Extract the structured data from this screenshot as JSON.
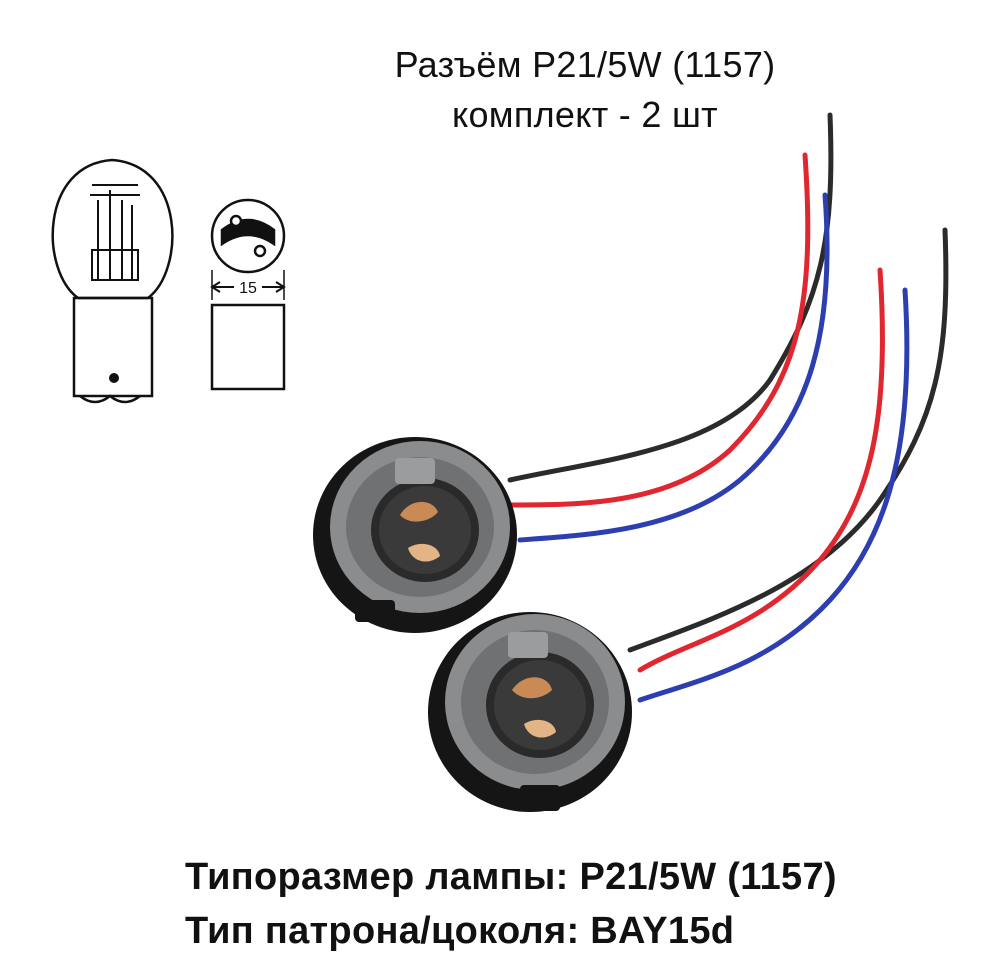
{
  "title": {
    "line1": "Разъём P21/5W (1157)",
    "line2": "комплект - 2 шт"
  },
  "diagram": {
    "dimension_label": "15"
  },
  "caption": {
    "line1": "Типоразмер лампы: P21/5W (1157)",
    "line2": "Тип патрона/цоколя: BAY15d"
  },
  "colors": {
    "wire_black": "#2b2b2b",
    "wire_red": "#e0262f",
    "wire_blue": "#2d3fb0",
    "socket_gray": "#8a8c8e",
    "socket_black": "#151515",
    "contact_copper": "#c98a55"
  }
}
